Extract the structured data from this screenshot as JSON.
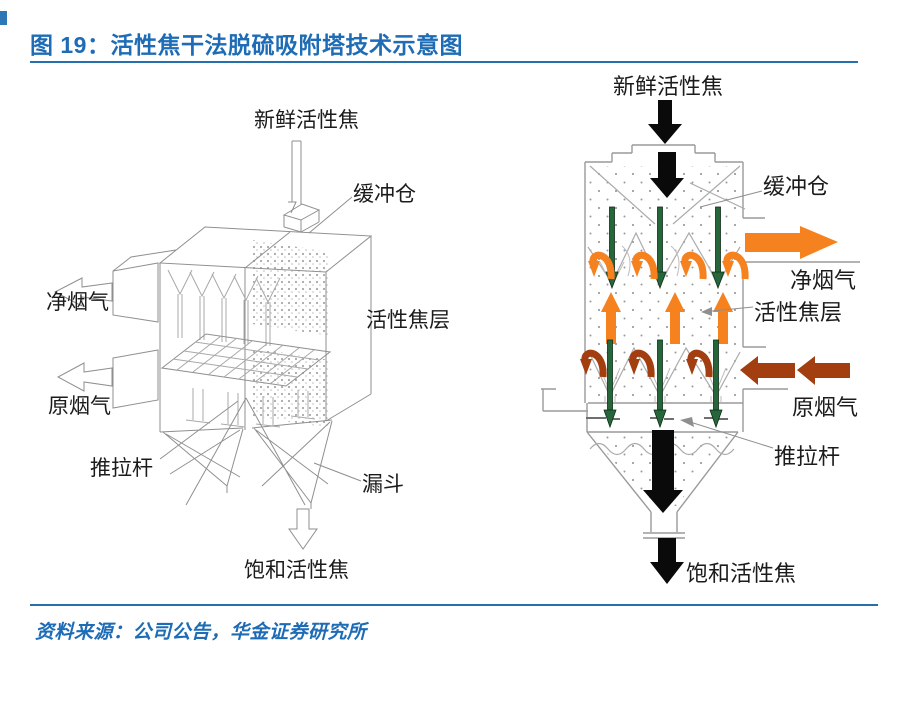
{
  "figure": {
    "title": "图 19：活性焦干法脱硫吸附塔技术示意图",
    "source": "资料来源：公司公告，华金证券研究所"
  },
  "colors": {
    "accent_blue": "#1e6cb5",
    "rule_blue": "#2470ae",
    "arrow_black": "#0a0a0a",
    "arrow_orange": "#f5821f",
    "arrow_brown": "#a23e0f",
    "arrow_green": "#27663a",
    "wireframe_gray": "#8f8f8f"
  },
  "diagram_left": {
    "labels": [
      {
        "id": "fresh-activated-coke",
        "text": "新鲜活性焦"
      },
      {
        "id": "buffer-bin",
        "text": "缓冲仓"
      },
      {
        "id": "clean-flue-gas",
        "text": "净烟气"
      },
      {
        "id": "activated-coke-layer",
        "text": "活性焦层"
      },
      {
        "id": "raw-flue-gas",
        "text": "原烟气"
      },
      {
        "id": "push-pull-rod",
        "text": "推拉杆"
      },
      {
        "id": "funnel",
        "text": "漏斗"
      },
      {
        "id": "saturated-activated-coke",
        "text": "饱和活性焦"
      }
    ]
  },
  "diagram_right": {
    "labels": [
      {
        "id": "fresh-activated-coke",
        "text": "新鲜活性焦"
      },
      {
        "id": "buffer-bin",
        "text": "缓冲仓"
      },
      {
        "id": "clean-flue-gas",
        "text": "净烟气"
      },
      {
        "id": "activated-coke-layer",
        "text": "活性焦层"
      },
      {
        "id": "raw-flue-gas",
        "text": "原烟气"
      },
      {
        "id": "push-pull-rod",
        "text": "推拉杆"
      },
      {
        "id": "saturated-activated-coke",
        "text": "饱和活性焦"
      }
    ]
  }
}
